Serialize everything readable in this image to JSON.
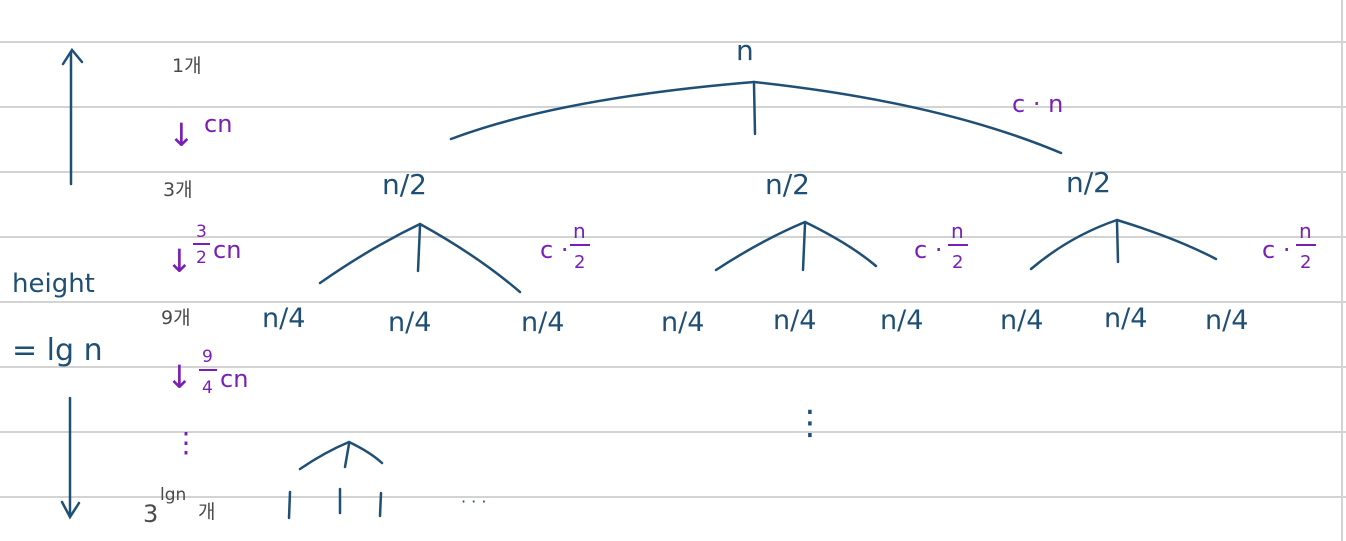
{
  "colors": {
    "background": "#ffffff",
    "ruled_line": "#d3d3d3",
    "tree_ink": "#1f4f75",
    "cost_ink": "#7a1fb5",
    "count_ink": "#4a4a4a"
  },
  "height_label": {
    "line1": "height",
    "line2": "= lg n"
  },
  "level_counts": {
    "level0": "1개",
    "level1": "3개",
    "level2": "9개",
    "last_power": "lgn",
    "last_base": "3",
    "last_suffix": "개"
  },
  "level_costs": {
    "arrow": "↓",
    "level0": "cn",
    "level1_num": "3",
    "level1_den": "2",
    "level1_tail": "cn",
    "level2_num": "9",
    "level2_den": "4",
    "level2_tail": "cn"
  },
  "tree": {
    "root": "n",
    "root_cost": "c · n",
    "level1_nodes": [
      "n/2",
      "n/2",
      "n/2"
    ],
    "level1_cost_prefix": "c ·",
    "level1_cost_num": "n",
    "level1_cost_den": "2",
    "level2_nodes": [
      "n/4",
      "n/4",
      "n/4",
      "n/4",
      "n/4",
      "n/4",
      "n/4",
      "n/4",
      "n/4"
    ],
    "middle_ellipsis": "⋮",
    "left_ellipsis": "⋮",
    "bottom_ellipsis": "· · ·"
  }
}
